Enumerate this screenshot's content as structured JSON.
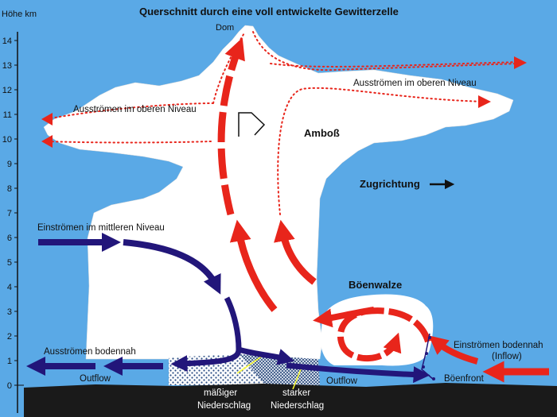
{
  "title": "Querschnitt durch eine voll entwickelte Gewitterzelle",
  "y_axis": {
    "label": "Höhe km",
    "ticks": [
      "14",
      "13",
      "12",
      "11",
      "10",
      "9",
      "8",
      "7",
      "6",
      "5",
      "4",
      "3",
      "2",
      "1",
      "0"
    ]
  },
  "labels": {
    "dom": "Dom",
    "anvil": "Amboß",
    "outflow_upper_left": "Ausströmen im oberen Niveau",
    "outflow_upper_right": "Ausströmen im oberen Niveau",
    "direction": "Zugrichtung",
    "inflow_mid": "Einströmen im mittleren Niveau",
    "gust_roll": "Böenwalze",
    "outflow_ground": "Ausströmen bodennah",
    "outflow_left": "Outflow",
    "outflow_right": "Outflow",
    "inflow_ground": "Einströmen bodennah",
    "inflow_paren": "(Inflow)",
    "gust_front": "Böenfront",
    "precip_moderate_1": "mäßiger",
    "precip_moderate_2": "Niederschlag",
    "precip_strong_1": "starker",
    "precip_strong_2": "Niederschlag"
  },
  "colors": {
    "sky": "#5aa9e6",
    "cloud": "#ffffff",
    "updraft": "#e8251b",
    "downdraft": "#22167a",
    "ground": "#1a1a1a",
    "precip": "#3a6fa8",
    "marker": "#ffff33"
  }
}
